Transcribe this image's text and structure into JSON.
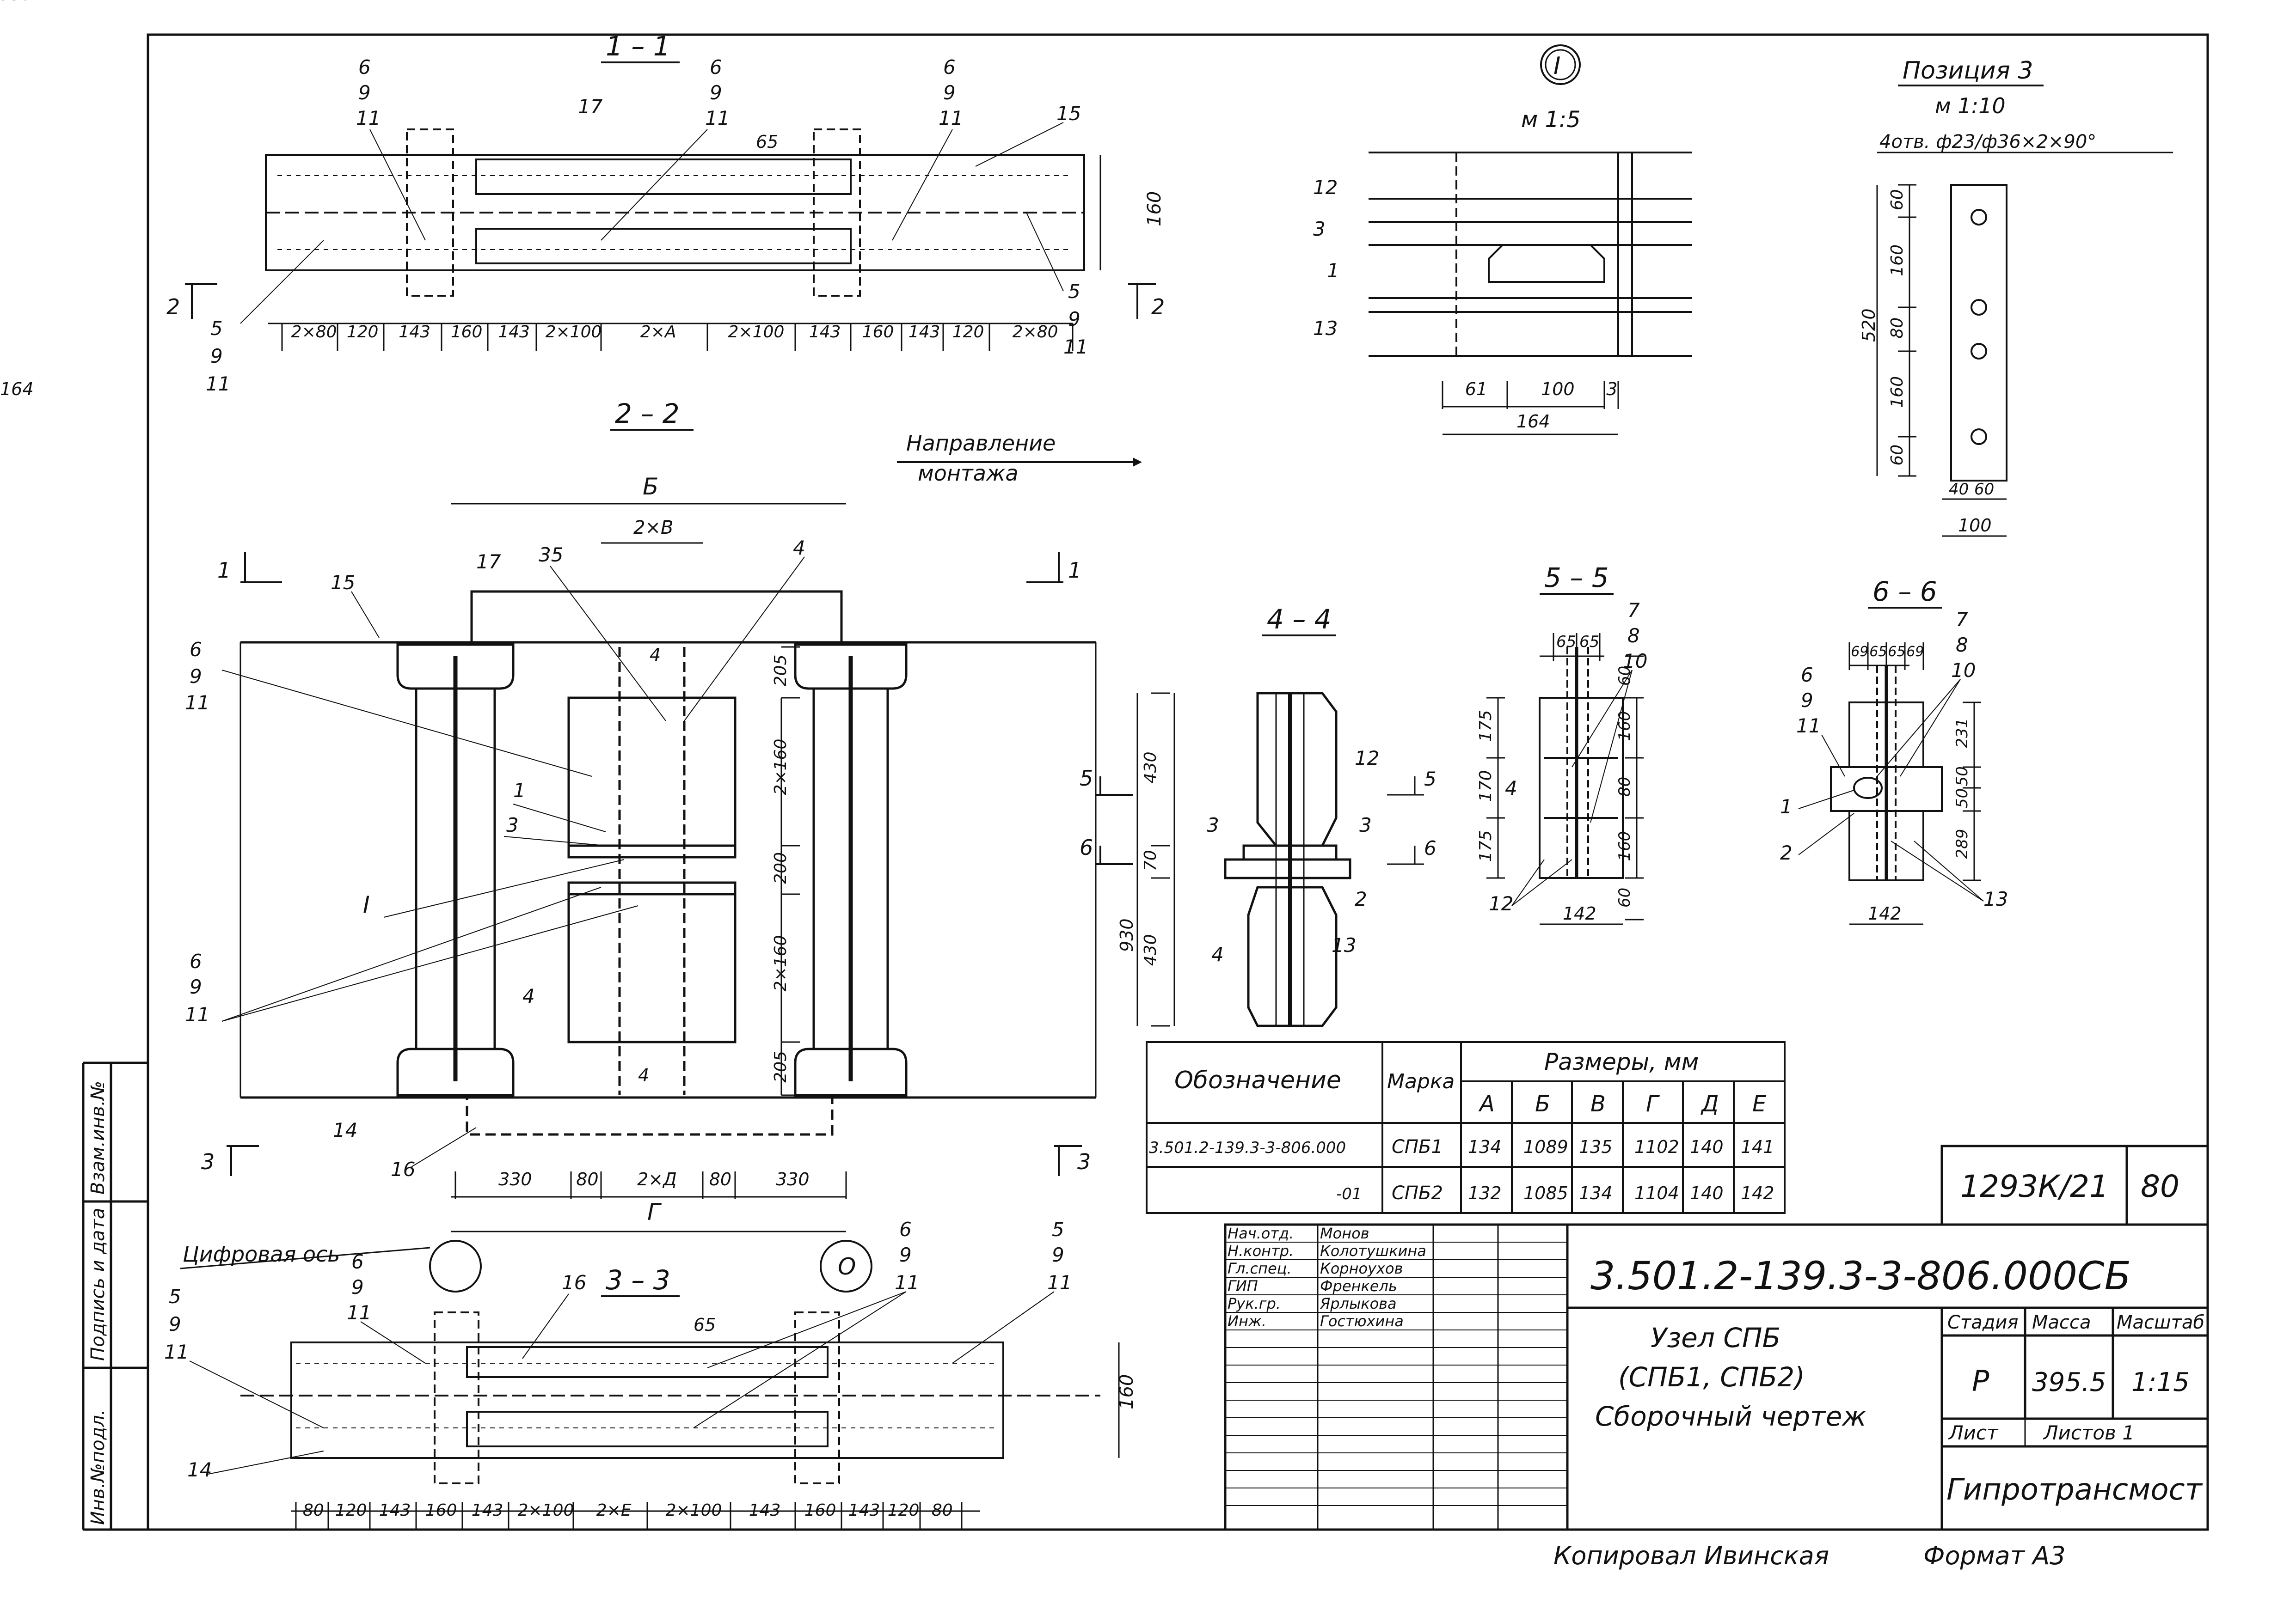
{
  "sections": {
    "s11": "1 – 1",
    "s22": "2 – 2",
    "s33": "3 – 3",
    "s44": "4 – 4",
    "s55": "5 – 5",
    "s66": "6 – 6",
    "node": "I",
    "node_scale": "м 1:5",
    "pos3": "Позиция 3",
    "pos3_scale": "м 1:10",
    "pos3_holes": "4отв. ф23/ф36×2×90°"
  },
  "labels": {
    "mount_dir_1": "Направление",
    "mount_dir_2": "монтажа",
    "digital_axis": "Цифровая ось",
    "axis_o": "О",
    "B": "Б",
    "G": "Г",
    "twoV": "2×В",
    "node_ref": "I"
  },
  "callouts": {
    "n1": "1",
    "n2": "2",
    "n3": "3",
    "n4": "4",
    "n5": "5",
    "n6": "6",
    "n7": "7",
    "n8": "8",
    "n9": "9",
    "n10": "10",
    "n11": "11",
    "n12": "12",
    "n13": "13",
    "n14": "14",
    "n15": "15",
    "n16": "16",
    "n17": "17",
    "n35": "35",
    "d65": "65"
  },
  "dims_11": [
    "2×80",
    "120",
    "143",
    "160",
    "143",
    "2×100",
    "2×А",
    "2×100",
    "143",
    "160",
    "143",
    "120",
    "2×80"
  ],
  "dims_33": [
    "80",
    "120",
    "143",
    "160",
    "143",
    "2×100",
    "2×Е",
    "2×100",
    "143",
    "160",
    "143",
    "120",
    "80"
  ],
  "dims_22_bottom": [
    "330",
    "80",
    "2×Д",
    "80",
    "330"
  ],
  "dims_22_right": [
    "205",
    "2×160",
    "200",
    "2×160",
    "205"
  ],
  "dims_node": [
    "61",
    "100",
    "3",
    "164"
  ],
  "dims_pos3_v": [
    "60",
    "160",
    "80",
    "160",
    "60"
  ],
  "dims_pos3_520": "520",
  "dims_pos3_h": [
    "40",
    "60",
    "100"
  ],
  "dims_44": [
    "430",
    "70",
    "430",
    "930"
  ],
  "dims_55_top": [
    "65",
    "65"
  ],
  "dims_55_left": [
    "175",
    "170",
    "175"
  ],
  "dims_55_right": [
    "60",
    "160",
    "80",
    "160",
    "60"
  ],
  "dims_55_bottom": "142",
  "dims_66_top": [
    "69",
    "65",
    "65",
    "69"
  ],
  "dims_66_right": [
    "231",
    "50",
    "50",
    "289"
  ],
  "dims_66_bottom": "142",
  "dim_160": "160",
  "table": {
    "h_designation": "Обозначение",
    "h_mark": "Марка",
    "h_sizes": "Размеры, мм",
    "cols": [
      "А",
      "Б",
      "В",
      "Г",
      "Д",
      "Е"
    ],
    "rows": [
      {
        "designation": "3.501.2-139.3-3-806.000",
        "mark": "СПБ1",
        "vals": [
          "134",
          "1089",
          "135",
          "1102",
          "140",
          "141"
        ]
      },
      {
        "designation": "-01",
        "mark": "СПБ2",
        "vals": [
          "132",
          "1085",
          "134",
          "1104",
          "140",
          "142"
        ]
      }
    ]
  },
  "stamp": {
    "archive_no": "1293К/21",
    "sheet_no": "80",
    "doc_code": "3.501.2-139.3-3-806.000СБ",
    "title_1": "Узел СПБ",
    "title_2": "(СПБ1, СПБ2)",
    "title_3": "Сборочный чертеж",
    "h_stage": "Стадия",
    "h_mass": "Масса",
    "h_scale": "Масштаб",
    "stage": "Р",
    "mass": "395.5",
    "scale": "1:15",
    "sheet": "Лист",
    "sheets": "Листов 1",
    "org": "Гипротрансмост",
    "people": [
      {
        "role": "Нач.отд.",
        "name": "Монов"
      },
      {
        "role": "Н.контр.",
        "name": "Колотушкина"
      },
      {
        "role": "Гл.спец.",
        "name": "Корноухов"
      },
      {
        "role": "ГИП",
        "name": "Френкель"
      },
      {
        "role": "Рук.гр.",
        "name": "Ярлыкова"
      },
      {
        "role": "Инж.",
        "name": "Гостюхина"
      }
    ],
    "side_1": "Инв.№подл.",
    "side_2": "Подпись и дата",
    "side_3": "Взам.инв.№"
  },
  "footer": {
    "copied": "Копировал Ивинская",
    "format": "Формат А3"
  }
}
